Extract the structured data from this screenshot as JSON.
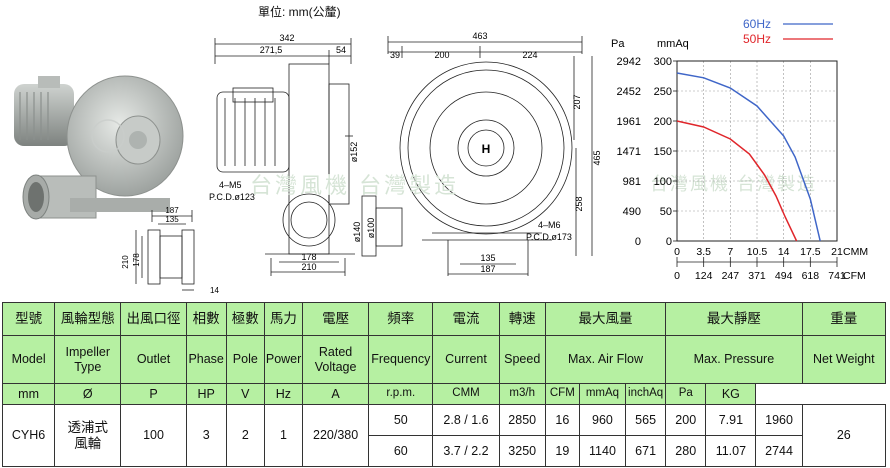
{
  "unit_note": "單位: mm(公釐)",
  "watermark": {
    "logo_text": "台灣風機 台灣製造"
  },
  "drawing": {
    "dims_top": {
      "overall": "342",
      "body": "271,5",
      "outlet": "54"
    },
    "dims_front": {
      "overall": "463",
      "left": "39",
      "mid": "200",
      "right": "224"
    },
    "dims_side_right": {
      "d207": "207",
      "d465": "465",
      "d258": "258"
    },
    "outlet_labels": {
      "d152": "ø152",
      "d140": "ø140",
      "d100": "ø100"
    },
    "holes_left": {
      "count": "4–M5",
      "pcd": "P.C.D.ø123"
    },
    "holes_right": {
      "count": "4–M6",
      "pcd": "P.C.D.ø173"
    },
    "base_left": {
      "inner": "178",
      "outer": "210"
    },
    "base_right": {
      "inner": "135",
      "outer": "187"
    },
    "flange_view": {
      "w187": "187",
      "w135": "135",
      "h210": "210",
      "h178": "178",
      "t14": "14"
    },
    "impeller_mark": "H"
  },
  "chart_data": {
    "type": "line",
    "ylabel_left": "Pa",
    "ylabel_right": "mmAq",
    "y_pa_ticks": [
      "2942",
      "2452",
      "1961",
      "1471",
      "981",
      "490",
      "0"
    ],
    "y_mmaq_ticks": [
      "300",
      "250",
      "200",
      "150",
      "100",
      "50",
      "0"
    ],
    "ylim": [
      0,
      300
    ],
    "x_cmm_ticks": [
      "0",
      "3.5",
      "7",
      "10.5",
      "14",
      "17.5",
      "21"
    ],
    "x_cfm_ticks": [
      "0",
      "124",
      "247",
      "371",
      "494",
      "618",
      "741"
    ],
    "xlabel_cmm": "CMM",
    "xlabel_cfm": "CFM",
    "xlim": [
      0,
      21
    ],
    "grid": true,
    "legend_position": "top-right",
    "series": [
      {
        "name": "60Hz",
        "color": "#3f66c8",
        "x": [
          0,
          3.5,
          7,
          10.5,
          14,
          15.5,
          17.5,
          18.8
        ],
        "y": [
          280,
          272,
          255,
          225,
          175,
          140,
          70,
          0
        ]
      },
      {
        "name": "50Hz",
        "color": "#e0262b",
        "x": [
          0,
          3.5,
          7,
          9.5,
          11.5,
          13,
          14.2,
          15.7
        ],
        "y": [
          200,
          190,
          170,
          145,
          110,
          75,
          40,
          0
        ]
      }
    ]
  },
  "table": {
    "zh_headers": [
      "型號",
      "風輪型態",
      "出風口徑",
      "相數",
      "極數",
      "馬力",
      "電壓",
      "頻率",
      "電流",
      "轉速",
      "最大風量",
      "最大靜壓",
      "重量"
    ],
    "en_headers": [
      "Model",
      "Impeller Type",
      "Outlet",
      "Phase",
      "Pole",
      "Power",
      "Rated Voltage",
      "Frequency",
      "Current",
      "Speed",
      "Max. Air Flow",
      "Max. Pressure",
      "Net Weight"
    ],
    "units": [
      "mm",
      "Ø",
      "P",
      "HP",
      "V",
      "Hz",
      "A",
      "r.p.m.",
      "CMM",
      "m3/h",
      "CFM",
      "mmAq",
      "inchAq",
      "Pa",
      "KG"
    ],
    "model": "CYH6",
    "impeller_type": "透浦式風輪",
    "outlet": "100",
    "phase": "3",
    "pole": "2",
    "power": "1",
    "voltage": "220/380",
    "weight": "26",
    "rows": [
      {
        "hz": "50",
        "current": "2.8 / 1.6",
        "speed": "2850",
        "cmm": "16",
        "m3h": "960",
        "cfm": "565",
        "mmaq": "200",
        "inchaq": "7.91",
        "pa": "1960"
      },
      {
        "hz": "60",
        "current": "3.7 / 2.2",
        "speed": "3250",
        "cmm": "19",
        "m3h": "1140",
        "cfm": "671",
        "mmaq": "280",
        "inchaq": "11.07",
        "pa": "2744"
      }
    ]
  }
}
